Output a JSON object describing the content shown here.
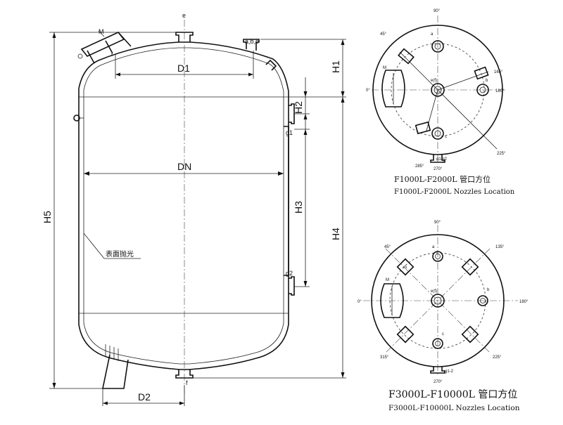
{
  "elevation": {
    "labels": {
      "e": "e",
      "f": "f",
      "M": "M",
      "l": "l",
      "abc": "a,b,c",
      "g1": "g1",
      "g2": "g2",
      "D1": "D1",
      "D2": "D2",
      "DN": "DN",
      "H1": "H1",
      "H2": "H2",
      "H3": "H3",
      "H4": "H4",
      "H5": "H5",
      "surface": "表面抛光"
    }
  },
  "plan_small": {
    "angles": {
      "a0": "0°",
      "a45": "45°",
      "a90": "90°",
      "a165": "165°",
      "a180": "180°",
      "a225": "225°",
      "a285": "285°",
      "a270": "270°"
    },
    "letters": {
      "M": "M",
      "a": "a",
      "b": "b",
      "c": "c",
      "ef": "e(f)",
      "g": "g1.g2"
    },
    "caption_cn": "F1000L-F2000L 管口方位",
    "caption_en": "F1000L-F2000L Nozzles Location"
  },
  "plan_large": {
    "angles": {
      "a0": "0°",
      "a45": "45°",
      "a90": "90°",
      "a135": "135°",
      "a180": "180°",
      "a225": "225°",
      "a270": "270°",
      "a315": "315°"
    },
    "letters": {
      "M": "M",
      "a": "a",
      "b": "b",
      "c": "c",
      "ef": "e(f)",
      "g": "g1-2",
      "m": "m"
    },
    "caption_cn": "F3000L-F10000L 管口方位",
    "caption_en": "F3000L-F10000L Nozzles Location"
  }
}
